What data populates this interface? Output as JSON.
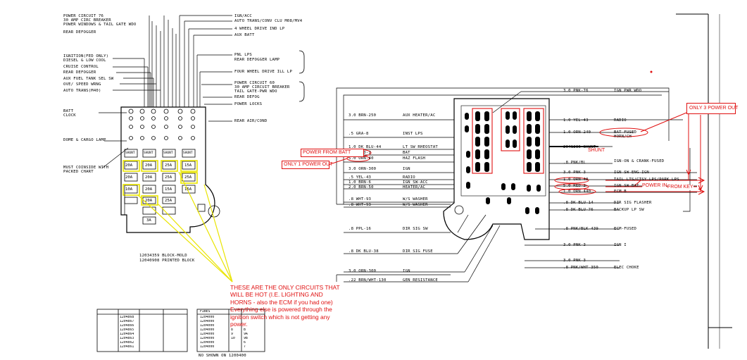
{
  "left_block": {
    "labels_left": [
      {
        "id": "power76",
        "text": "POWER CIRCUIT 76"
      },
      {
        "id": "amp30",
        "text": "30 AMP CIRC BREAKER"
      },
      {
        "id": "pwrwin",
        "text": "POWER WINDOWS & TAIL GATE WDO"
      },
      {
        "id": "reardef",
        "text": "REAR DEFOGGER"
      },
      {
        "id": "ign_fed",
        "text": "IGNITION(FED ONLY)"
      },
      {
        "id": "diesel",
        "text": "DIESEL & LOW COOL"
      },
      {
        "id": "cruise",
        "text": "CRUISE CONTROL"
      },
      {
        "id": "reardef2",
        "text": "REAR DEFOGGER"
      },
      {
        "id": "auxfuel",
        "text": "AUX FUEL TANK SEL SW"
      },
      {
        "id": "overspeed",
        "text": "OVE/ SPEED WRNG"
      },
      {
        "id": "auto_trans",
        "text": "AUTO TRANS(M40)"
      },
      {
        "id": "batt",
        "text": "BATT"
      },
      {
        "id": "clock",
        "text": "CLOCK"
      },
      {
        "id": "dome",
        "text": "DOME & CARGO LAMP"
      },
      {
        "id": "must1",
        "text": "MUST COINSIDE WITH"
      },
      {
        "id": "must2",
        "text": "PACKED CHART"
      }
    ],
    "labels_right": [
      {
        "id": "ignacc",
        "text": "IGN/ACC"
      },
      {
        "id": "autotrans",
        "text": "AUTO TRANS/CONV CLU M08/MV4"
      },
      {
        "id": "4wd",
        "text": "4 WHEEL DRIVE IND LP"
      },
      {
        "id": "auxbatt",
        "text": "AUX BATT"
      },
      {
        "id": "pnl",
        "text": "PNL LPS"
      },
      {
        "id": "reardeflamp",
        "text": "REAR DEFOGGER LAMP"
      },
      {
        "id": "4wdill",
        "text": "FOUR WHEEL DRIVE ILL LP"
      },
      {
        "id": "pc60",
        "text": "POWER CIRCUIT 60"
      },
      {
        "id": "cb30",
        "text": "30 AMP CIRCUIT BREAKER"
      },
      {
        "id": "tailgate",
        "text": "TAIL GATE-PWR WDO"
      },
      {
        "id": "rdefog",
        "text": "REAR DEFOG"
      },
      {
        "id": "plocks",
        "text": "POWER LOCKS"
      },
      {
        "id": "rearair",
        "text": "REAR AIR/COND"
      }
    ],
    "fuses": [
      {
        "id": "f1",
        "text": "20A"
      },
      {
        "id": "f2",
        "text": "20A"
      },
      {
        "id": "f3",
        "text": "25A"
      },
      {
        "id": "f4",
        "text": "15A"
      },
      {
        "id": "f5",
        "text": "20A"
      },
      {
        "id": "f6",
        "text": "20A"
      },
      {
        "id": "f7",
        "text": "25A"
      },
      {
        "id": "f8",
        "text": "25A"
      },
      {
        "id": "f9",
        "text": "10A"
      },
      {
        "id": "f10",
        "text": "20A"
      },
      {
        "id": "f11",
        "text": "15A"
      },
      {
        "id": "f12",
        "text": "15A"
      },
      {
        "id": "f13",
        "text": "20A"
      },
      {
        "id": "f14",
        "text": "25A"
      },
      {
        "id": "f15",
        "text": "3A"
      },
      {
        "id": "s1",
        "text": "SHUNT"
      },
      {
        "id": "s2",
        "text": "SHUNT"
      },
      {
        "id": "s3",
        "text": "SHUNT"
      },
      {
        "id": "s4",
        "text": "SHUNT"
      }
    ],
    "block_mold": "12034359  BLOCK-MOLD",
    "printed_block": "12040908  PRINTED BLOCK"
  },
  "right_block": {
    "left_wires": [
      {
        "id": "w1",
        "text": "3.0 BRN-250",
        "label": "AUX HEATER/AC"
      },
      {
        "id": "w2",
        "text": ".5 GRA-8",
        "label": "INST LPS"
      },
      {
        "id": "w3",
        "text": "1.0 DK BLU-44",
        "label": "LT SW RHEOSTAT"
      },
      {
        "id": "w4",
        "text": "3.0 RED-2",
        "label": "BAT"
      },
      {
        "id": "w5",
        "text": "5.0 ORN-40",
        "label": "HAZ FLASH"
      },
      {
        "id": "w6",
        "text": "3.0 ORN-300",
        "label": "IGN"
      },
      {
        "id": "w7",
        "text": ".5 YEL-43",
        "label": "RADIO"
      },
      {
        "id": "w8",
        "text": "1.0 BRN-6",
        "label": "IGN SW-ACC"
      },
      {
        "id": "w9",
        "text": "2.0 BRN-50",
        "label": "HEATER/AC"
      },
      {
        "id": "w10",
        "text": ".8 WHT-93",
        "label": "W/S WASHER"
      },
      {
        "id": "w11",
        "text": ".8 WHT-93",
        "label": "W/S WASHER"
      },
      {
        "id": "w12",
        "text": ".8 PPL-16",
        "label": "DIR SIG SW"
      },
      {
        "id": "w13",
        "text": ".8 DK BLU-38",
        "label": "DIR SIG FUSE"
      },
      {
        "id": "w14",
        "text": "3.0 ORN-300",
        "label": "IGN"
      },
      {
        "id": "w15",
        "text": ".22 BRN/WHT-130",
        "label": "GEN RESISTANCE"
      }
    ],
    "right_wires": [
      {
        "id": "r1",
        "text": "3.0 PNK-76",
        "label": "IGN PWR WDO"
      },
      {
        "id": "r2",
        "text": "1.0 YEL-43",
        "label": "RADIO"
      },
      {
        "id": "r3",
        "text": "1.0 ORN-240",
        "label": "BAT FUSED HORN/CH"
      },
      {
        "id": "r4",
        "text": "",
        "label": "2041236 SHUNT"
      },
      {
        "id": "r5",
        "text": ".8 PNK/BL",
        "label": "IGN-ON & CRANK-FUSED"
      },
      {
        "id": "r6",
        "text": "3.0 PNK-3",
        "label": "IGN SW-ENG-IGN"
      },
      {
        "id": "r7",
        "text": "1.0 ORN-40",
        "label": "TAIL LTS/CTSY LPS/PARK LPS"
      },
      {
        "id": "r8",
        "text": "5.0 RED-2",
        "label": "IGN SW-BAT"
      },
      {
        "id": "r9",
        "text": "1.0 ORN-440",
        "label": "ECM B"
      },
      {
        "id": "r10",
        "text": ".8 DK BLU-14",
        "label": "DIR SIG FLASHER"
      },
      {
        "id": "r11",
        "text": ".8 DK BLU-76",
        "label": "BACKUP LP SW"
      },
      {
        "id": "r12",
        "text": ".8 PNK/BLK-439",
        "label": "ECM-FUSED"
      },
      {
        "id": "r13",
        "text": "3.0 PNK-3",
        "label": "IGN I"
      },
      {
        "id": "r14",
        "text": "3.0 PNK-3",
        "label": ""
      },
      {
        "id": "r15",
        "text": ".8 PNK/WHT-350",
        "label": "ELEC CHOKE"
      }
    ]
  },
  "annotations": {
    "power_from_batt": "POWER FROM BATT",
    "only1": "ONLY 1 POWER OUT",
    "only3": "ONLY 3 POWER OUT",
    "shunt": "SHUNT",
    "power_in": "POWER IN",
    "from_key": "FROM KEY",
    "note_lines": [
      "THESE ARE THE ONLY CIRCUITS THAT",
      "WILL BE HOT (I.E. LIGHTING AND",
      "HORNS - also the ECM if you had one)",
      "Everything else is powered through the",
      "ignition switch which is not getting any",
      "power."
    ]
  },
  "tables": {
    "table1_rows": [
      "1204868",
      "1204867",
      "1204866",
      "1204865",
      "1204864",
      "1204863",
      "1204862",
      "1204861"
    ],
    "table2_header": "FIBES",
    "table2_rows": [
      "1204000",
      "1204000",
      "1204000",
      "1204000",
      "1204000",
      "1204000",
      "1204000",
      "1204000"
    ],
    "table2_codes": [
      "B",
      "9A",
      "9B",
      "6",
      "7",
      "8",
      "9",
      "10"
    ],
    "not_shown": "NO SHOWN ON 1200400"
  },
  "colors": {
    "annotation_red": "#e01010",
    "highlight_yellow": "#e9e400",
    "ink": "#000000"
  }
}
